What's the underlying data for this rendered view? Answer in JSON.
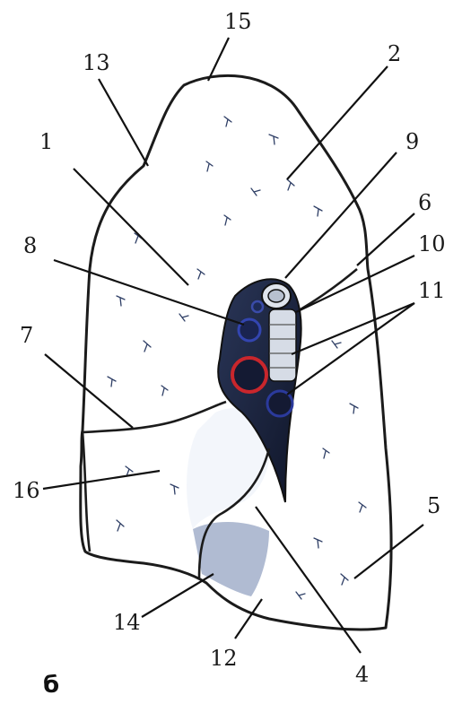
{
  "figure": {
    "panel_letter": "б",
    "labels": [
      {
        "id": "1",
        "text": "1"
      },
      {
        "id": "2",
        "text": "2"
      },
      {
        "id": "4",
        "text": "4"
      },
      {
        "id": "5",
        "text": "5"
      },
      {
        "id": "6",
        "text": "6"
      },
      {
        "id": "7",
        "text": "7"
      },
      {
        "id": "8",
        "text": "8"
      },
      {
        "id": "9",
        "text": "9"
      },
      {
        "id": "10",
        "text": "10"
      },
      {
        "id": "11",
        "text": "11"
      },
      {
        "id": "12",
        "text": "12"
      },
      {
        "id": "13",
        "text": "13"
      },
      {
        "id": "14",
        "text": "14"
      },
      {
        "id": "15",
        "text": "15"
      },
      {
        "id": "16",
        "text": "16"
      }
    ],
    "colors": {
      "lung_fill": "#c9d6ea",
      "lung_light": "#e9eef7",
      "lung_shadow": "#8ea3c7",
      "hilum_dark": "#1c2640",
      "artery_red": "#c9262c",
      "vein_blue": "#2b3a9c",
      "bronchus_light": "#e4e8ef"
    }
  }
}
